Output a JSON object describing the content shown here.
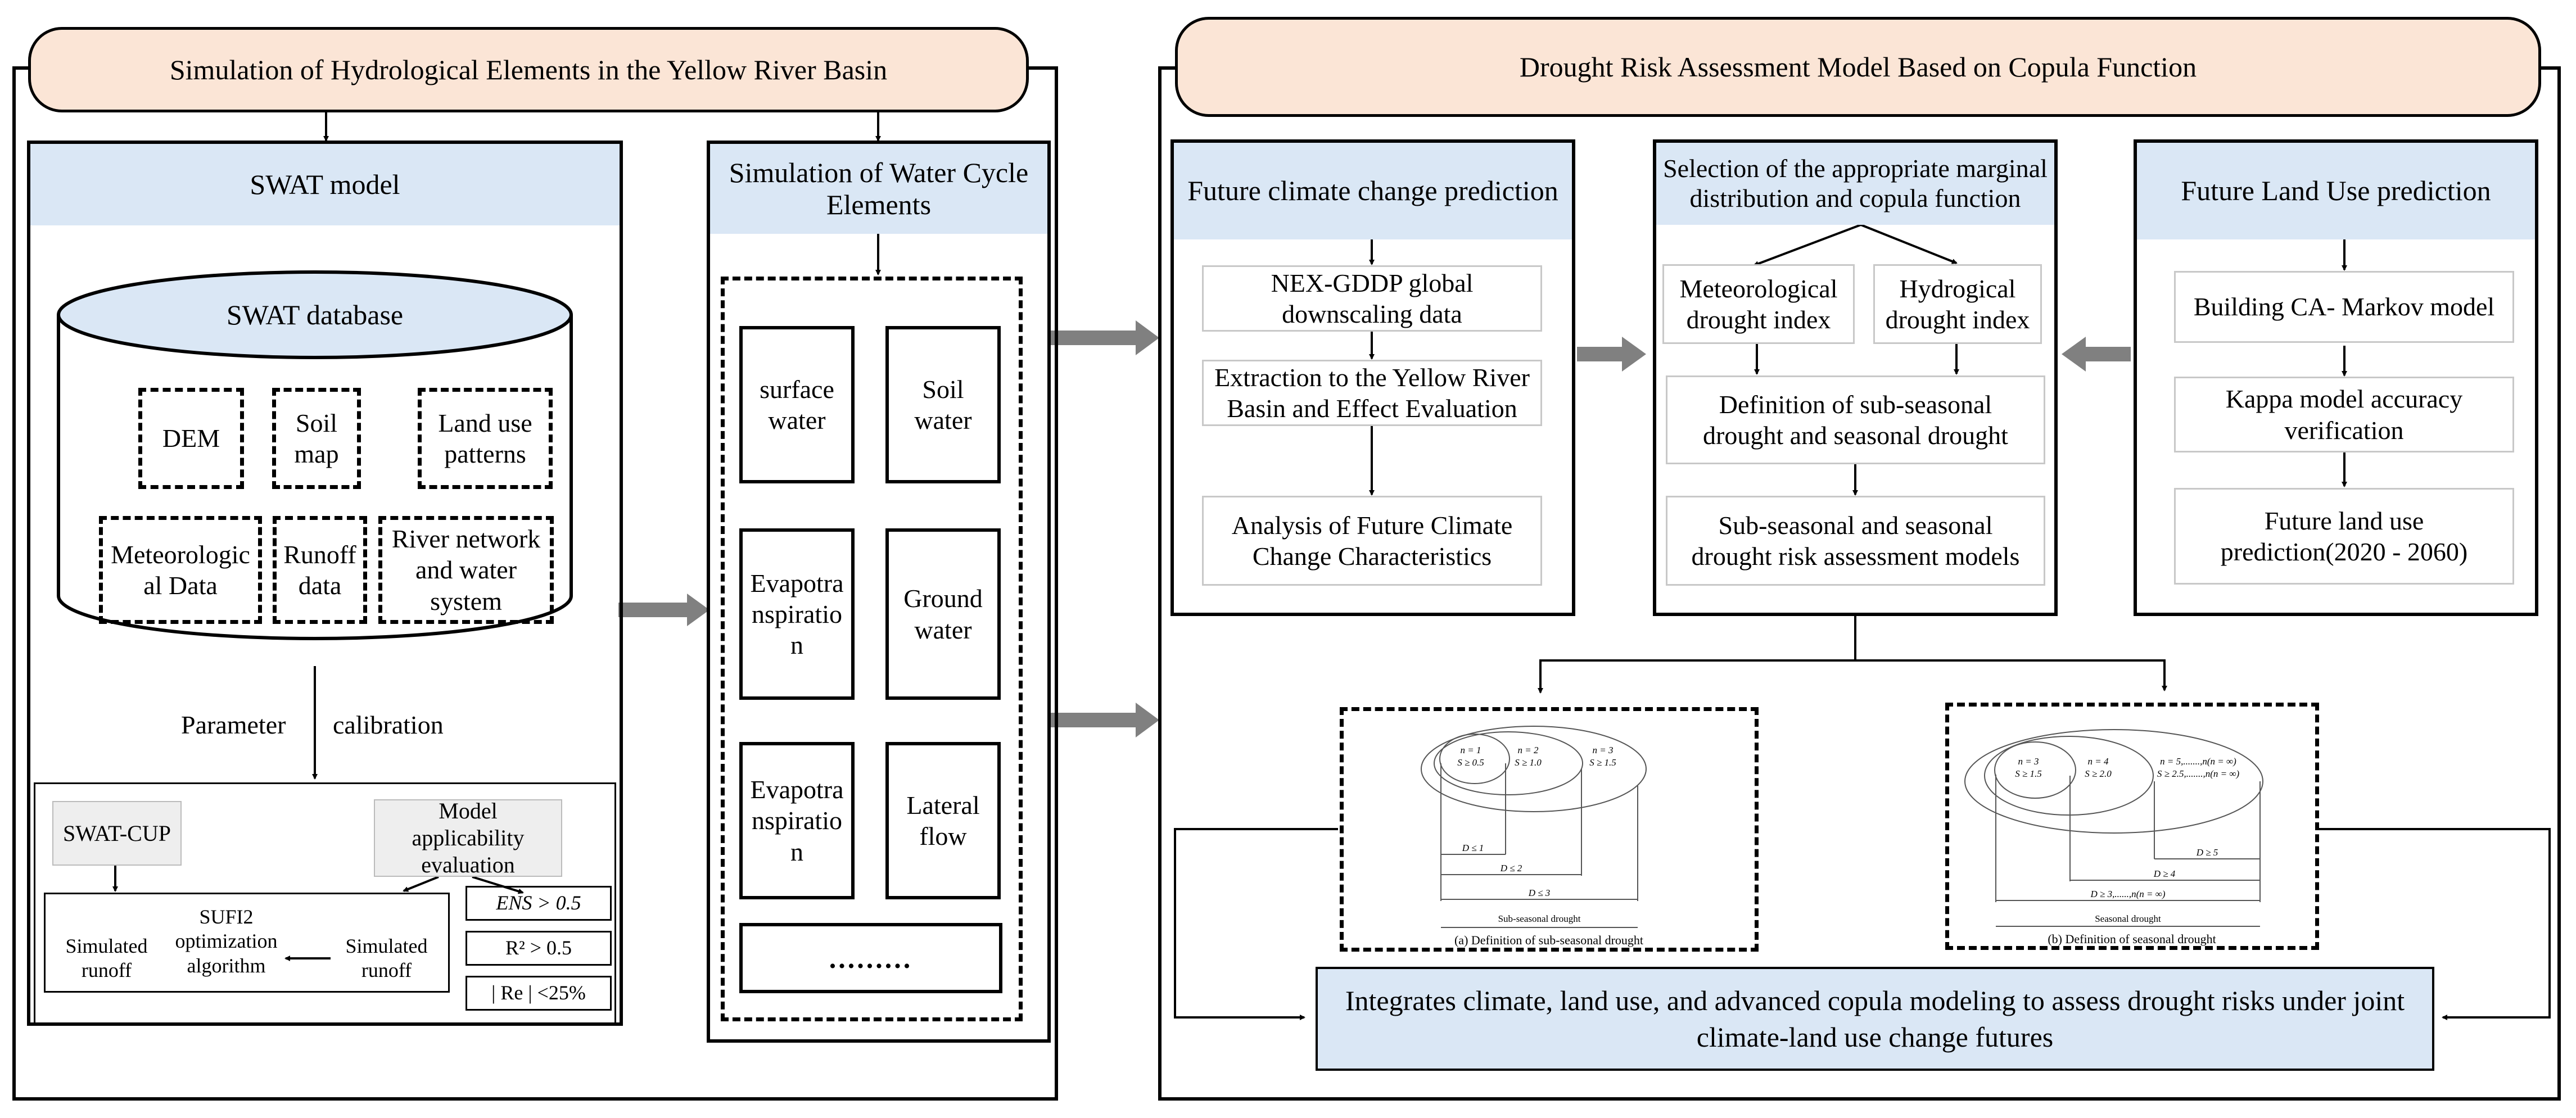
{
  "left": {
    "title": "Simulation of Hydrological Elements in the Yellow River Basin",
    "swat_model": "SWAT model",
    "swat_database": "SWAT database",
    "db_items": [
      "DEM",
      "Soil map",
      "Land use patterns",
      "Meteorological Data",
      "Runoff data",
      "River network and water system"
    ],
    "param_cal_1": "Parameter",
    "param_cal_2": "calibration",
    "swat_cup": "SWAT-CUP",
    "applicability": "Model applicability evaluation",
    "sufi2": "SUFI2 optimization algorithm",
    "sim_runoff_left": "Simulated runoff",
    "sim_runoff_right": "Simulated runoff",
    "criteria": [
      "ENS > 0.5",
      "R² > 0.5",
      "| Re | <25%"
    ],
    "wc_title": "Simulation of Water Cycle Elements",
    "wc_items": [
      "surface water",
      "Soil water",
      "Evapotranspiration",
      "Ground water",
      "Evapotranspiration",
      "Lateral flow"
    ],
    "wc_more": "........."
  },
  "right": {
    "title": "Drought Risk Assessment Model Based on Copula Function",
    "climate_title": "Future climate change prediction",
    "climate_steps": [
      "NEX-GDDP global downscaling data",
      "Extraction to the Yellow River Basin and Effect Evaluation",
      "Analysis of Future Climate Change Characteristics"
    ],
    "copula_title": "Selection of the appropriate marginal distribution and copula function",
    "met_index": "Meteorological drought index",
    "hyd_index": "Hydrogical drought index",
    "definition": "Definition of sub-seasonal drought and seasonal drought",
    "models": "Sub-seasonal and seasonal drought risk assessment models",
    "land_title": "Future Land Use prediction",
    "land_steps": [
      "Building CA- Markov model",
      "Kappa model accuracy verification",
      "Future land use prediction(2020 - 2060)"
    ],
    "integrate": "Integrates climate, land use, and advanced copula modeling to assess drought risks under joint climate-land use change futures"
  },
  "subfig_a": {
    "circles": [
      {
        "n": "n = 1",
        "s": "S ≥ 0.5"
      },
      {
        "n": "n = 2",
        "s": "S ≥ 1.0"
      },
      {
        "n": "n = 3",
        "s": "S ≥ 1.5"
      }
    ],
    "durations": [
      "D ≤ 1",
      "D ≤ 2",
      "D ≤ 3"
    ],
    "range_label": "Sub-seasonal drought",
    "caption": "(a) Definition of sub-seasonal drought"
  },
  "subfig_b": {
    "circles": [
      {
        "n": "n = 3",
        "s": "S ≥ 1.5"
      },
      {
        "n": "n = 4",
        "s": "S ≥ 2.0"
      },
      {
        "n": "n = 5,.......,n(n = ∞)",
        "s": "S ≥ 2.5,.......,n(n = ∞)"
      }
    ],
    "durations": [
      "D ≥ 5",
      "D ≥ 4",
      "D ≥ 3,......,n(n = ∞)"
    ],
    "range_label": "Seasonal drought",
    "caption": "(b) Definition of seasonal drought"
  },
  "colors": {
    "title_fill": "#fbe5d6",
    "header_fill": "#dae7f5",
    "arrow_gray": "#808080",
    "cup_fill": "#eeeeee"
  }
}
